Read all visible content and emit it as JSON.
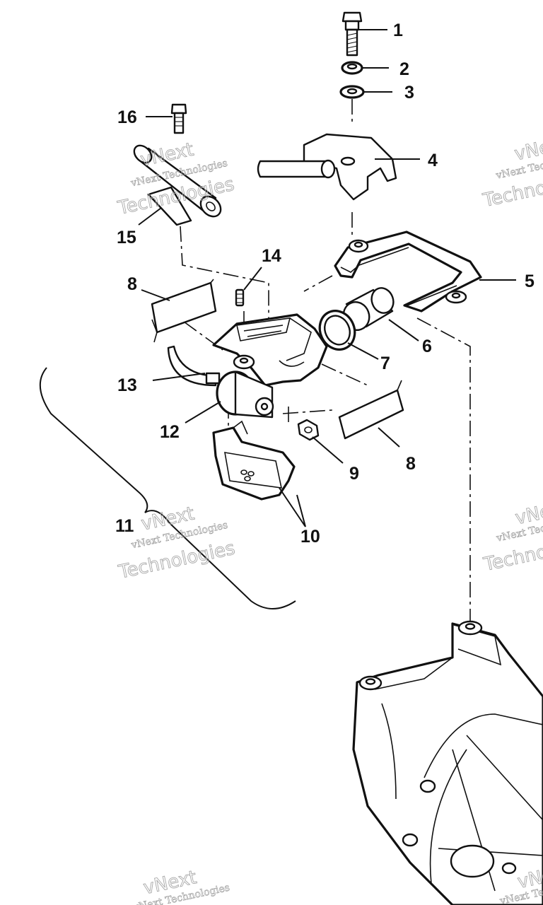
{
  "callouts": [
    {
      "id": "1",
      "label": "1"
    },
    {
      "id": "2",
      "label": "2"
    },
    {
      "id": "3",
      "label": "3"
    },
    {
      "id": "4",
      "label": "4"
    },
    {
      "id": "5",
      "label": "5"
    },
    {
      "id": "6",
      "label": "6"
    },
    {
      "id": "7",
      "label": "7"
    },
    {
      "id": "8a",
      "label": "8"
    },
    {
      "id": "8b",
      "label": "8"
    },
    {
      "id": "9",
      "label": "9"
    },
    {
      "id": "10",
      "label": "10"
    },
    {
      "id": "11",
      "label": "11"
    },
    {
      "id": "12",
      "label": "12"
    },
    {
      "id": "13",
      "label": "13"
    },
    {
      "id": "14",
      "label": "14"
    },
    {
      "id": "15",
      "label": "15"
    },
    {
      "id": "16",
      "label": "16"
    }
  ],
  "watermark": {
    "brand": "vNext",
    "line_small": "vNext Technologies",
    "line_big": "Technologies"
  },
  "colors": {
    "ink": "#111111",
    "watermark": "#a8a8a8",
    "background": "#ffffff"
  }
}
